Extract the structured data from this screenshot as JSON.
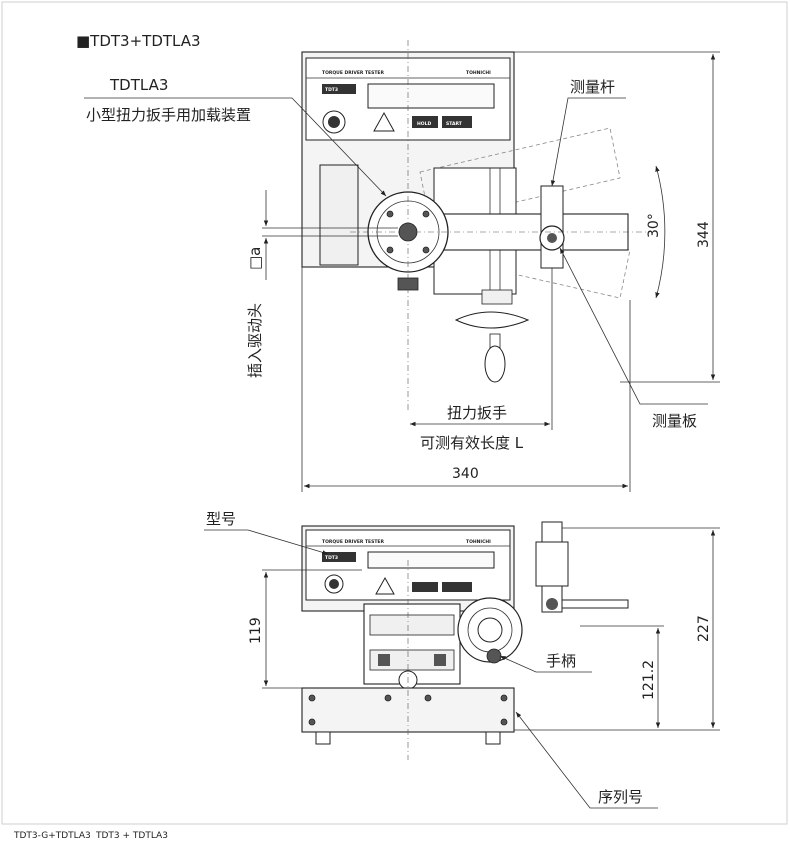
{
  "title": "■TDT3+TDTLA3",
  "front_view": {
    "device_heading": "TDTLA3",
    "device_name": "小型扭力扳手用加载装置",
    "label_measure_rod": "测量杆",
    "label_measure_plate": "测量板",
    "label_drive": "插入驱动头",
    "label_square": "□a",
    "label_wrench": "扭力扳手",
    "label_length": "可测有效长度 L",
    "angle": "30°",
    "dim_height": "344",
    "dim_width": "340",
    "panel_brand": "TORQUE DRIVER TESTER",
    "panel_maker": "TOHNICHI",
    "panel_model": "TDT3",
    "panel_btn1": "HOLD",
    "panel_btn2": "START"
  },
  "side_view": {
    "label_model": "型号",
    "label_handle": "手柄",
    "label_serial": "序列号",
    "dim_119": "119",
    "dim_121": "121.2",
    "dim_227": "227",
    "panel_brand": "TORQUE DRIVER TESTER",
    "panel_maker": "TOHNICHI",
    "panel_model": "TDT3"
  },
  "captions": {
    "left": "TDT3-G+TDTLA3",
    "right": "TDT3 + TDTLA3"
  }
}
